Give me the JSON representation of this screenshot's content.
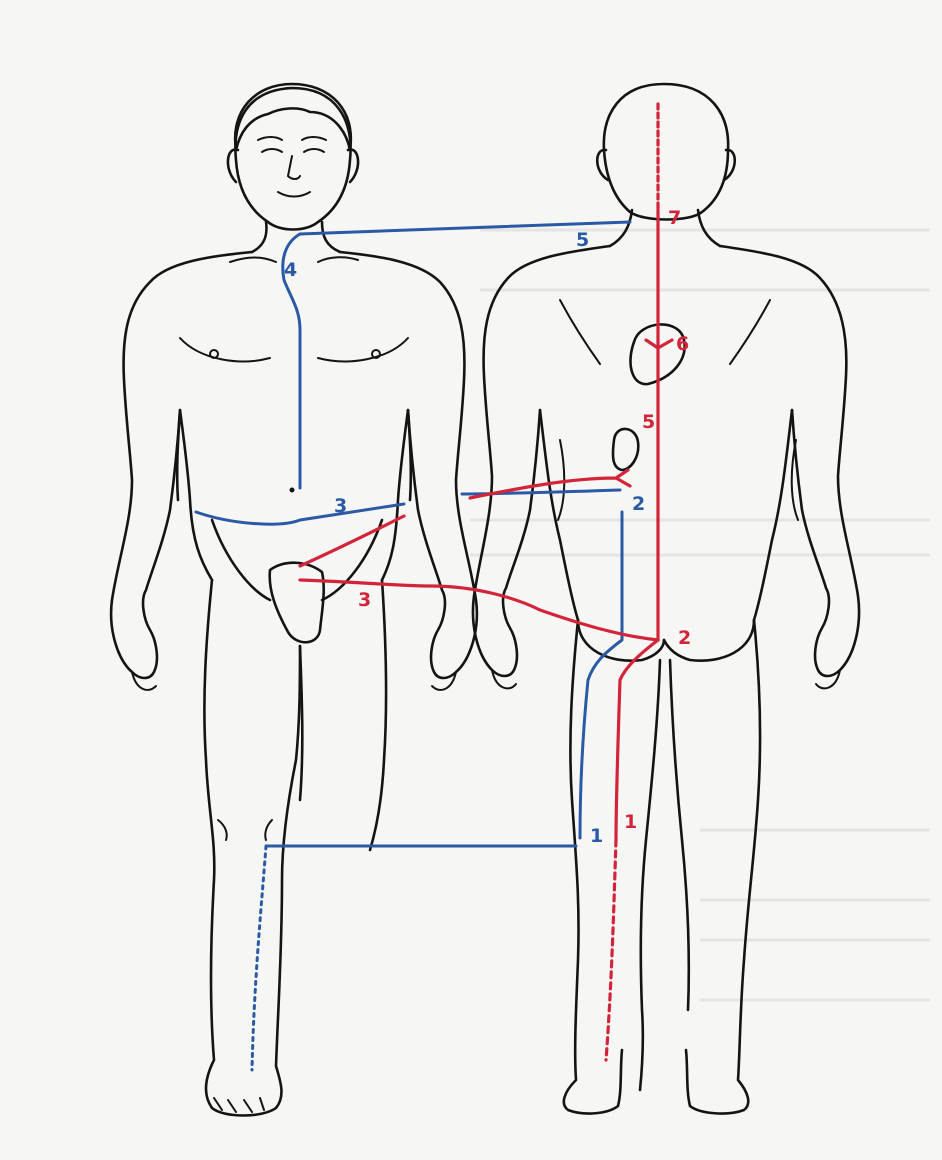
{
  "colors": {
    "blue": "#2a5aa6",
    "red": "#d3253a",
    "outline": "#141414",
    "paper": "#f6f6f4"
  },
  "labels": {
    "blue_1": "1",
    "blue_2": "2",
    "blue_3": "3",
    "blue_4": "4",
    "blue_5": "5",
    "red_1": "1",
    "red_2": "2",
    "red_3": "3",
    "red_5": "5",
    "red_6": "6",
    "red_7": "7"
  }
}
